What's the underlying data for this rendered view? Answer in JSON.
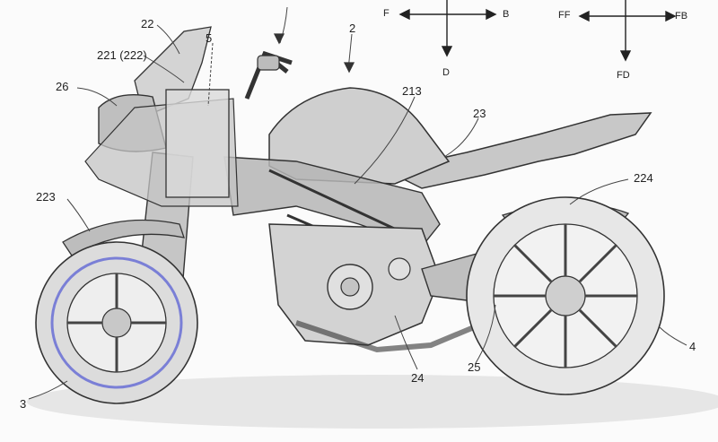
{
  "labels": {
    "ref_22": "22",
    "ref_221": "221 (222)",
    "ref_5": "5",
    "ref_26": "26",
    "ref_2": "2",
    "ref_213": "213",
    "ref_23": "23",
    "ref_224": "224",
    "ref_223": "223",
    "ref_3": "3",
    "ref_24": "24",
    "ref_25": "25",
    "ref_4": "4"
  },
  "directions": {
    "front": "F",
    "back": "B",
    "down": "D",
    "front_f": "FF",
    "back_f": "FB",
    "down_f": "FD"
  },
  "colors": {
    "line": "#333333",
    "fill": "#cfcfcf",
    "accent": "#7a7fd6"
  }
}
